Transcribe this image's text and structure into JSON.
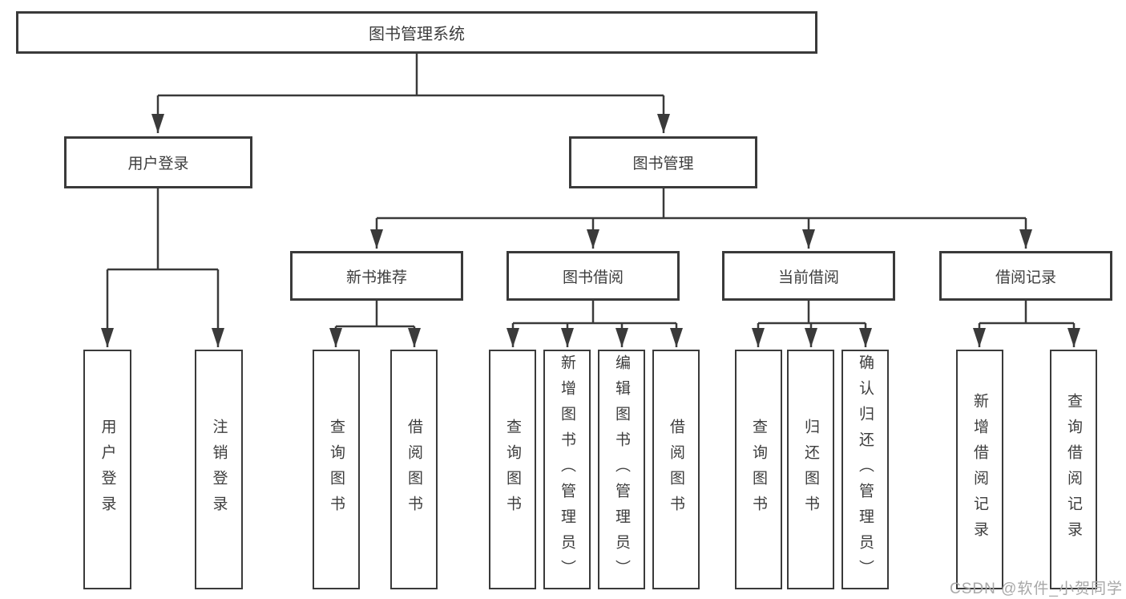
{
  "diagram": {
    "root": {
      "label": "图书管理系统"
    },
    "user_login": {
      "label": "用户登录",
      "children": {
        "login": {
          "label": "用户登录"
        },
        "logout": {
          "label": "注销登录"
        }
      }
    },
    "book_mgmt": {
      "label": "图书管理",
      "children": {
        "new_book_rec": {
          "label": "新书推荐",
          "children": {
            "query_books": {
              "label": "查询图书"
            },
            "borrow_books": {
              "label": "借阅图书"
            }
          }
        },
        "book_borrow": {
          "label": "图书借阅",
          "children": {
            "query_books": {
              "label": "查询图书"
            },
            "add_books": {
              "label": "新增图书（管理员）"
            },
            "edit_books": {
              "label": "编辑图书（管理员）"
            },
            "borrow_books": {
              "label": "借阅图书"
            }
          }
        },
        "current_borrow": {
          "label": "当前借阅",
          "children": {
            "query_books": {
              "label": "查询图书"
            },
            "return_books": {
              "label": "归还图书"
            },
            "confirm_return": {
              "label": "确认归还（管理员）"
            }
          }
        },
        "borrow_records": {
          "label": "借阅记录",
          "children": {
            "add_record": {
              "label": "新增借阅记录"
            },
            "query_record": {
              "label": "查询借阅记录"
            }
          }
        }
      }
    }
  },
  "watermark": {
    "text": "CSDN @软件_小贺同学"
  },
  "colors": {
    "line": "#3a3a3a",
    "text": "#3d3d3d",
    "watermark": "#a8a8a8"
  }
}
